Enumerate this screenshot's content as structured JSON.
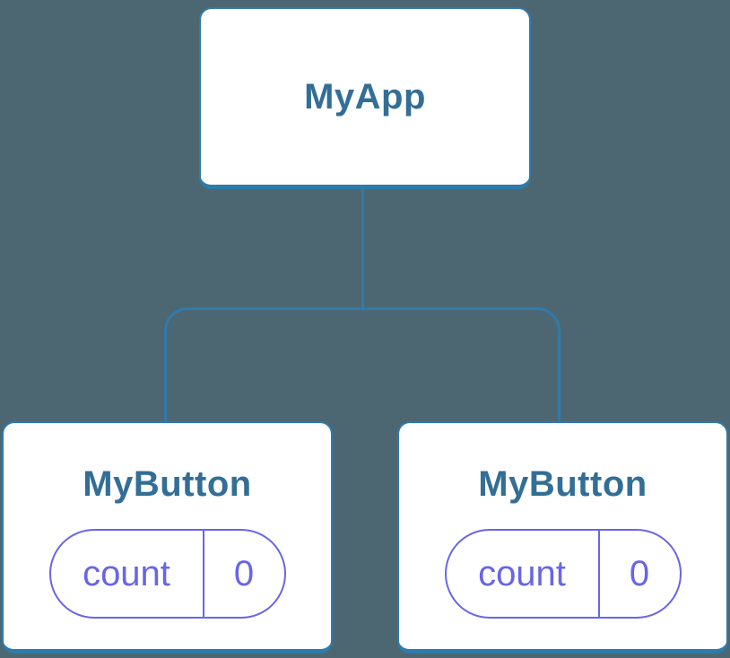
{
  "diagram": {
    "colors": {
      "bg": "#4D6772",
      "line": "#2E7BAD",
      "title": "#326E96",
      "accent": "#6965E6"
    },
    "root": {
      "label": "MyApp"
    },
    "children": [
      {
        "label": "MyButton",
        "state": {
          "key": "count",
          "value": "0"
        }
      },
      {
        "label": "MyButton",
        "state": {
          "key": "count",
          "value": "0"
        }
      }
    ]
  }
}
